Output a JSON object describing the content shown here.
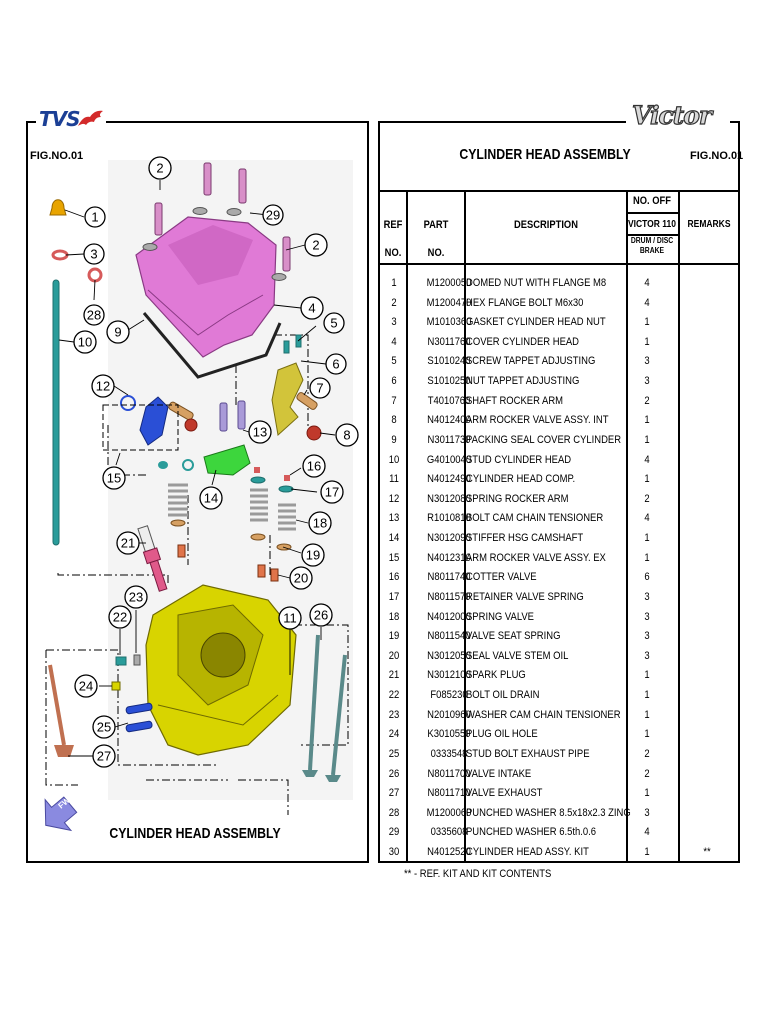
{
  "brand": "TVS",
  "model_logo": "Victor",
  "left": {
    "fig_no": "FIG.NO.01",
    "title": "CYLINDER HEAD ASSEMBLY",
    "fwd": "FWD",
    "callouts": [
      "1",
      "2",
      "2",
      "3",
      "4",
      "5",
      "6",
      "7",
      "8",
      "9",
      "10",
      "11",
      "12",
      "13",
      "14",
      "15",
      "16",
      "17",
      "18",
      "19",
      "20",
      "21",
      "22",
      "23",
      "24",
      "25",
      "26",
      "27",
      "28",
      "29"
    ]
  },
  "right": {
    "title": "CYLINDER HEAD ASSEMBLY",
    "fig_no": "FIG.NO.01",
    "headers": {
      "ref": "REF",
      "ref_no": "NO.",
      "part": "PART",
      "part_no": "NO.",
      "description": "DESCRIPTION",
      "no_off": "NO. OFF",
      "model": "VICTOR 110",
      "variant": "DRUM / DISC BRAKE",
      "remarks": "REMARKS"
    },
    "rows": [
      {
        "ref": "1",
        "part": "M1200050",
        "desc": "DOMED NUT WITH FLANGE M8",
        "qty": "4",
        "rem": ""
      },
      {
        "ref": "2",
        "part": "M1200470",
        "desc": "HEX FLANGE BOLT M6x30",
        "qty": "4",
        "rem": ""
      },
      {
        "ref": "3",
        "part": "M1010360",
        "desc": "GASKET CYLINDER HEAD NUT",
        "qty": "1",
        "rem": ""
      },
      {
        "ref": "4",
        "part": "N3011760",
        "desc": "COVER CYLINDER HEAD",
        "qty": "1",
        "rem": ""
      },
      {
        "ref": "5",
        "part": "S1010240",
        "desc": "SCREW TAPPET ADJUSTING",
        "qty": "3",
        "rem": ""
      },
      {
        "ref": "6",
        "part": "S1010250",
        "desc": "NUT TAPPET ADJUSTING",
        "qty": "3",
        "rem": ""
      },
      {
        "ref": "7",
        "part": "T4010760",
        "desc": "SHAFT ROCKER ARM",
        "qty": "2",
        "rem": ""
      },
      {
        "ref": "8",
        "part": "N4012400",
        "desc": "ARM ROCKER VALVE ASSY. INT",
        "qty": "1",
        "rem": ""
      },
      {
        "ref": "9",
        "part": "N3011730",
        "desc": "PACKING SEAL COVER CYLINDER",
        "qty": "1",
        "rem": ""
      },
      {
        "ref": "10",
        "part": "G4010040",
        "desc": "STUD CYLINDER HEAD",
        "qty": "4",
        "rem": ""
      },
      {
        "ref": "11",
        "part": "N4012490",
        "desc": "CYLINDER HEAD COMP.",
        "qty": "1",
        "rem": ""
      },
      {
        "ref": "12",
        "part": "N3012080",
        "desc": "SPRING ROCKER ARM",
        "qty": "2",
        "rem": ""
      },
      {
        "ref": "13",
        "part": "R1010810",
        "desc": "BOLT CAM CHAIN TENSIONER",
        "qty": "4",
        "rem": ""
      },
      {
        "ref": "14",
        "part": "N3012090",
        "desc": "STIFFER HSG CAMSHAFT",
        "qty": "1",
        "rem": ""
      },
      {
        "ref": "15",
        "part": "N4012310",
        "desc": "ARM ROCKER VALVE ASSY. EX",
        "qty": "1",
        "rem": ""
      },
      {
        "ref": "16",
        "part": "N8011740",
        "desc": "COTTER VALVE",
        "qty": "6",
        "rem": ""
      },
      {
        "ref": "17",
        "part": "N8011570",
        "desc": "RETAINER VALVE SPRING",
        "qty": "3",
        "rem": ""
      },
      {
        "ref": "18",
        "part": "N4012000",
        "desc": "SPRING VALVE",
        "qty": "3",
        "rem": ""
      },
      {
        "ref": "19",
        "part": "N8011540",
        "desc": "VALVE SEAT SPRING",
        "qty": "3",
        "rem": ""
      },
      {
        "ref": "20",
        "part": "N3012050",
        "desc": "SEAL VALVE STEM OIL",
        "qty": "3",
        "rem": ""
      },
      {
        "ref": "21",
        "part": "N3012100",
        "desc": "SPARK PLUG",
        "qty": "1",
        "rem": ""
      },
      {
        "ref": "22",
        "part": "F085230",
        "desc": "BOLT OIL DRAIN",
        "qty": "1",
        "rem": ""
      },
      {
        "ref": "23",
        "part": "N2010960",
        "desc": "WASHER CAM CHAIN TENSIONER",
        "qty": "1",
        "rem": ""
      },
      {
        "ref": "24",
        "part": "K3010550",
        "desc": "PLUG OIL HOLE",
        "qty": "1",
        "rem": ""
      },
      {
        "ref": "25",
        "part": "0333548",
        "desc": "STUD BOLT EXHAUST PIPE",
        "qty": "2",
        "rem": ""
      },
      {
        "ref": "26",
        "part": "N8011700",
        "desc": "VALVE INTAKE",
        "qty": "2",
        "rem": ""
      },
      {
        "ref": "27",
        "part": "N8011710",
        "desc": "VALVE EXHAUST",
        "qty": "1",
        "rem": ""
      },
      {
        "ref": "28",
        "part": "M1200060",
        "desc": "PUNCHED WASHER 8.5x18x2.3 ZING",
        "qty": "3",
        "rem": ""
      },
      {
        "ref": "29",
        "part": "0335608",
        "desc": "PUNCHED WASHER 6.5th.0.6",
        "qty": "4",
        "rem": ""
      },
      {
        "ref": "30",
        "part": "N4012520",
        "desc": "CYLINDER HEAD ASSY. KIT",
        "qty": "1",
        "rem": "**"
      }
    ],
    "footnote": "** -  REF. KIT AND KIT CONTENTS"
  },
  "colors": {
    "cover": "#e07ad6",
    "head": "#d8d400",
    "rocker": "#d2c43a",
    "stud": "#2a9c9a",
    "blue_part": "#2a4fd6",
    "green_part": "#3dd63d",
    "lilac": "#a99ad8",
    "tvs_blue": "#1b3f95",
    "tvs_red": "#d32a2a"
  }
}
